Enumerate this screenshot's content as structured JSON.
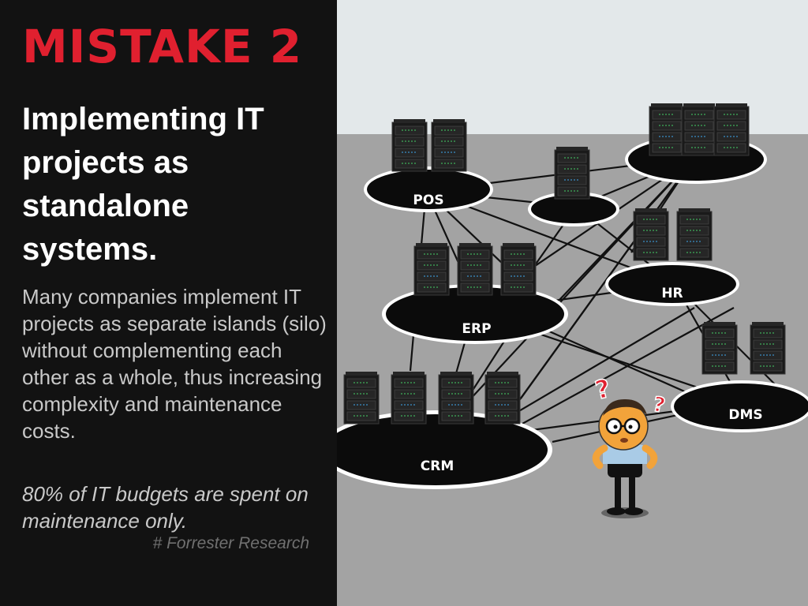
{
  "slide": {
    "heading": "MISTAKE 2",
    "subtitle": "Implementing IT projects as standalone systems.",
    "body": "Many companies implement IT projects as separate islands (silo) without complementing each other as a whole, thus increasing complexity and maintenance costs.",
    "quote": "80% of IT budgets are spent on maintenance only.",
    "source": "# Forrester Research"
  },
  "illustration": {
    "systems": [
      "POS",
      "ERP",
      "HR",
      "DMS",
      "CRM"
    ],
    "question_mark": "?"
  },
  "colors": {
    "accent_red": "#e0202f",
    "background_dark": "#121212",
    "floor": "#a3a3a3",
    "wall": "#e3e8ea"
  }
}
